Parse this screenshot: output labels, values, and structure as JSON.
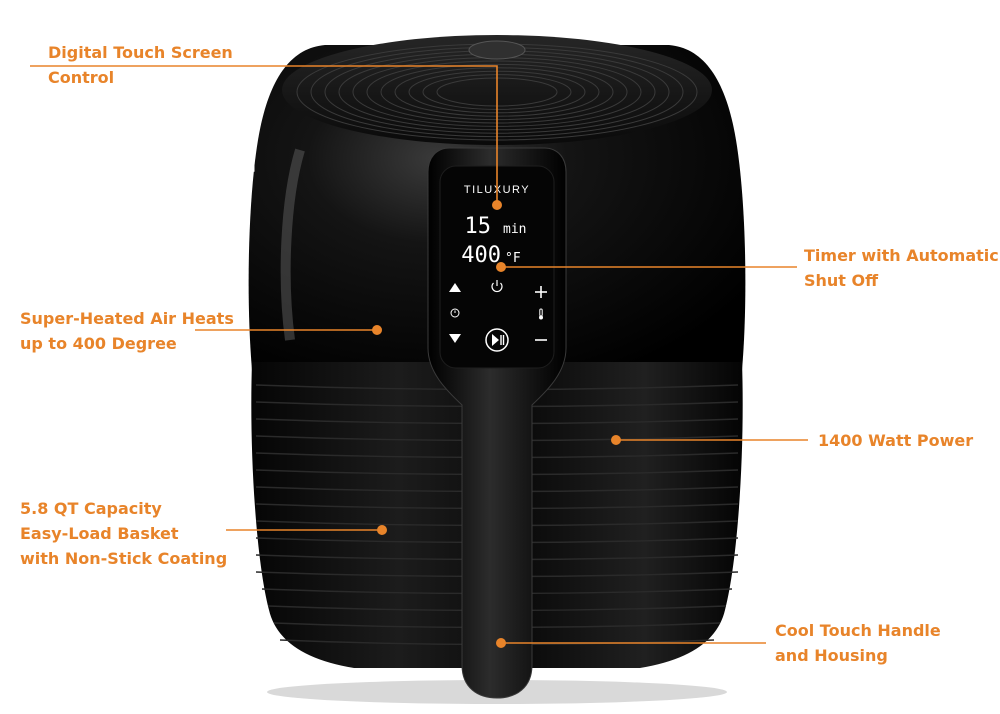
{
  "colors": {
    "callout": "#e8842a",
    "body": "#0b0b0b",
    "screen_text": "#ffffff"
  },
  "product": {
    "brand": "TILUXURY",
    "display": {
      "time": "15",
      "time_unit": "min",
      "temp": "400",
      "temp_unit": "°F"
    },
    "controls": [
      "up-arrow-icon",
      "timer-icon",
      "down-arrow-icon",
      "power-icon",
      "play-pause-icon",
      "plus-icon",
      "thermometer-icon",
      "minus-icon"
    ]
  },
  "callouts": [
    {
      "id": "touch-screen",
      "lines": [
        "Digital Touch Screen",
        "Control"
      ]
    },
    {
      "id": "timer",
      "lines": [
        "Timer with Automatic",
        "Shut Off"
      ]
    },
    {
      "id": "heat",
      "lines": [
        "Super-Heated Air Heats",
        "up to 400 Degree"
      ]
    },
    {
      "id": "power",
      "lines": [
        "1400 Watt Power"
      ]
    },
    {
      "id": "capacity",
      "lines": [
        "5.8 QT Capacity",
        "Easy-Load Basket",
        "with Non-Stick Coating"
      ]
    },
    {
      "id": "handle",
      "lines": [
        "Cool Touch Handle",
        "and Housing"
      ]
    }
  ]
}
